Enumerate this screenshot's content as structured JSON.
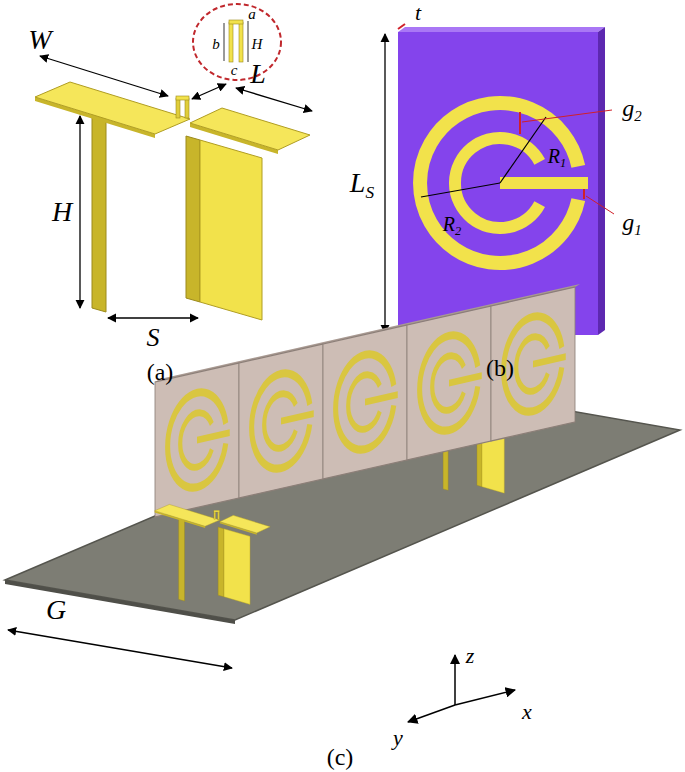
{
  "diagram": {
    "labels": [
      "a",
      "b",
      "H",
      "c",
      "W",
      "L",
      "H",
      "S",
      "(a)",
      "t",
      "LS",
      "g2",
      "R1",
      "R2",
      "g1",
      "(b)",
      "G",
      "z",
      "y",
      "x",
      "(c)"
    ]
  }
}
